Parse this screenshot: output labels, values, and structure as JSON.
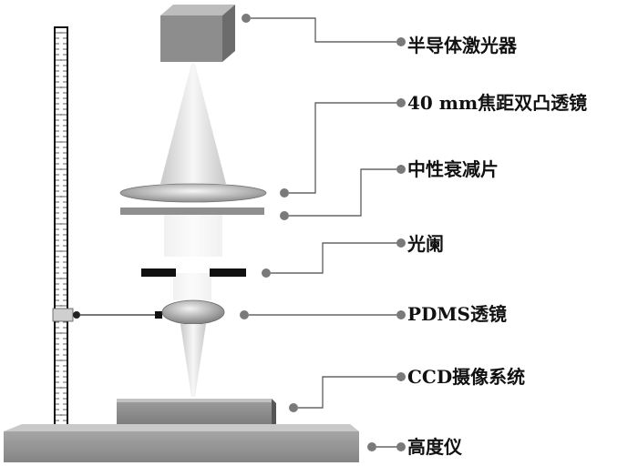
{
  "labels": {
    "laser": "半导体激光器",
    "biconvex_lens": "40 mm焦距双凸透镜",
    "nd_filter": "中性衰减片",
    "aperture": "光阑",
    "pdms_lens": "PDMS透镜",
    "ccd": "CCD摄像系统",
    "height_gauge": "高度仪"
  }
}
